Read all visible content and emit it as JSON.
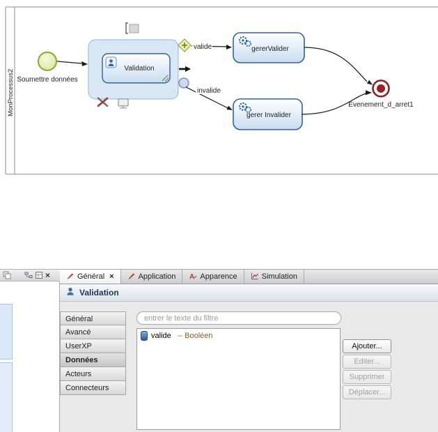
{
  "diagram": {
    "pool_label": "MonProcessus2",
    "start_event_label": "Soumettre données",
    "task_label": "Validation",
    "flow_valid_label": "valide",
    "flow_invalid_label": "invalide",
    "service_task_valid_label": "gererValider",
    "service_task_invalid_label": "gerer Invalider",
    "end_event_label": "Evenement_d_arret1"
  },
  "colors": {
    "task_border": "#31639c",
    "task_fill_bottom": "#c9ddf0",
    "selection_fill": "#cfe1f3",
    "selection_border": "#8fb4d8",
    "start_event_fill": "#e3efad",
    "start_event_border": "#8fa433",
    "end_event_color": "#8f1f1f",
    "flow_color": "#1a1a1a"
  },
  "panel": {
    "tabs": [
      {
        "label": "Général",
        "active": true
      },
      {
        "label": "Application",
        "active": false
      },
      {
        "label": "Apparence",
        "active": false
      },
      {
        "label": "Simulation",
        "active": false
      }
    ],
    "header_title": "Validation",
    "sections": [
      {
        "label": "Général",
        "selected": false
      },
      {
        "label": "Avancé",
        "selected": false
      },
      {
        "label": "UserXP",
        "selected": false
      },
      {
        "label": "Données",
        "selected": true
      },
      {
        "label": "Acteurs",
        "selected": false
      },
      {
        "label": "Connecteurs",
        "selected": false
      }
    ],
    "filter_placeholder": "entrer le texte du filtre",
    "data_items": [
      {
        "name": "valide",
        "type": "-- Booléen"
      }
    ],
    "buttons": [
      {
        "label": "Ajouter...",
        "enabled": true
      },
      {
        "label": "Editer...",
        "enabled": false
      },
      {
        "label": "Supprimer",
        "enabled": false
      },
      {
        "label": "Déplacer...",
        "enabled": false
      }
    ]
  },
  "icons": {
    "tab_close": "×",
    "view_close": "×"
  }
}
